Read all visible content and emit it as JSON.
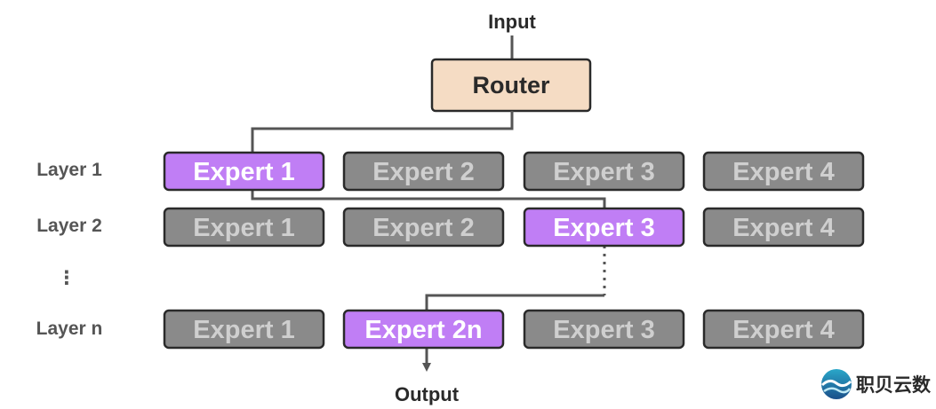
{
  "input_label": "Input",
  "output_label": "Output",
  "router_label": "Router",
  "layer_dots": "⋮",
  "colors": {
    "router_fill": "#f5dcc4",
    "expert_fill": "#8a8a8a",
    "expert_text": "#cfcfcf",
    "active_fill": "#c07ef5",
    "active_text": "#ffffff",
    "border": "#2a2a2a",
    "line": "#555555"
  },
  "layers": [
    {
      "label": "Layer 1",
      "experts": [
        {
          "label": "Expert 1",
          "active": true
        },
        {
          "label": "Expert 2",
          "active": false
        },
        {
          "label": "Expert 3",
          "active": false
        },
        {
          "label": "Expert 4",
          "active": false
        }
      ]
    },
    {
      "label": "Layer 2",
      "experts": [
        {
          "label": "Expert 1",
          "active": false
        },
        {
          "label": "Expert 2",
          "active": false
        },
        {
          "label": "Expert 3",
          "active": true
        },
        {
          "label": "Expert 4",
          "active": false
        }
      ]
    },
    {
      "label": "Layer n",
      "experts": [
        {
          "label": "Expert 1",
          "active": false
        },
        {
          "label": "Expert 2n",
          "active": true
        },
        {
          "label": "Expert 3",
          "active": false
        },
        {
          "label": "Expert 4",
          "active": false
        }
      ]
    }
  ],
  "watermark": {
    "text": "职贝云数",
    "logo": "wave-logo-icon"
  }
}
